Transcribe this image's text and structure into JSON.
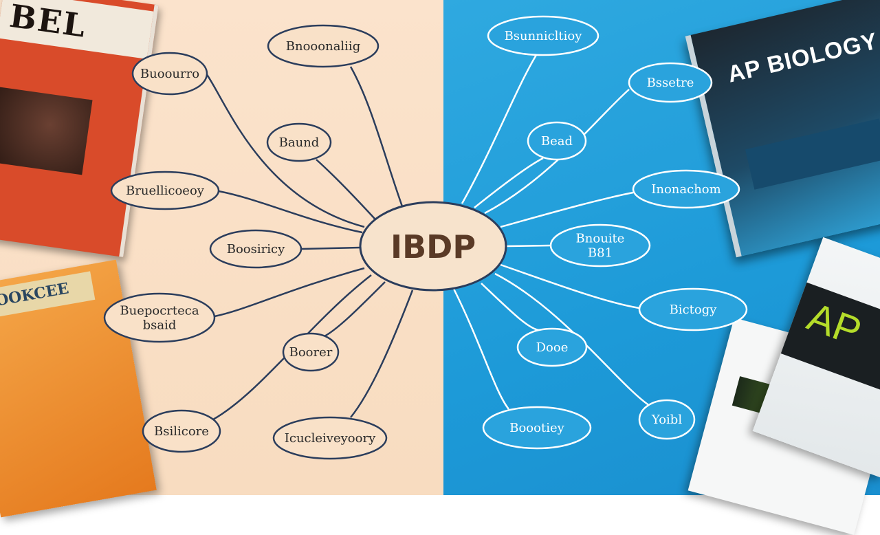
{
  "center": {
    "label": "IBDP"
  },
  "nodes": [
    {
      "id": "l1",
      "label": "Buoourro"
    },
    {
      "id": "l2",
      "label": "Bnooonaliig"
    },
    {
      "id": "l3",
      "label": "Baund"
    },
    {
      "id": "l4",
      "label": "Bruellicoeoy"
    },
    {
      "id": "l5",
      "label": "Boosiricy"
    },
    {
      "id": "l6",
      "label": "Buepocrteca bsaid",
      "lines": [
        "Buepocrteca",
        "bsaid"
      ]
    },
    {
      "id": "l7",
      "label": "Boorer"
    },
    {
      "id": "l8",
      "label": "Bsilicore"
    },
    {
      "id": "l9",
      "label": "Icucleiveyoory"
    },
    {
      "id": "r1",
      "label": "Bsunnicltioy"
    },
    {
      "id": "r2",
      "label": "Bssetre"
    },
    {
      "id": "r3",
      "label": "Bead"
    },
    {
      "id": "r4",
      "label": "Inonachom"
    },
    {
      "id": "r5",
      "label": "Bnouite B81",
      "lines": [
        "Bnouite",
        "B81"
      ]
    },
    {
      "id": "r6",
      "label": "Bictogy"
    },
    {
      "id": "r7",
      "label": "Dooe"
    },
    {
      "id": "r8",
      "label": "Boootiey"
    },
    {
      "id": "r9",
      "label": "Yoibl"
    }
  ],
  "books": {
    "left_top": {
      "title": "BEL"
    },
    "left_bottom": {
      "title": "BOOKCEE"
    },
    "right_top": {
      "title": "AP BIOLOGY"
    },
    "right_bottom": {
      "title": "AP"
    }
  },
  "colors": {
    "left_background": "#fbe3cc",
    "right_background": "#1d9ad8",
    "left_stroke": "#2b3d5c",
    "right_stroke": "#ffffff",
    "center_fill": "#f7e3cc",
    "center_text": "#5a3a26"
  }
}
